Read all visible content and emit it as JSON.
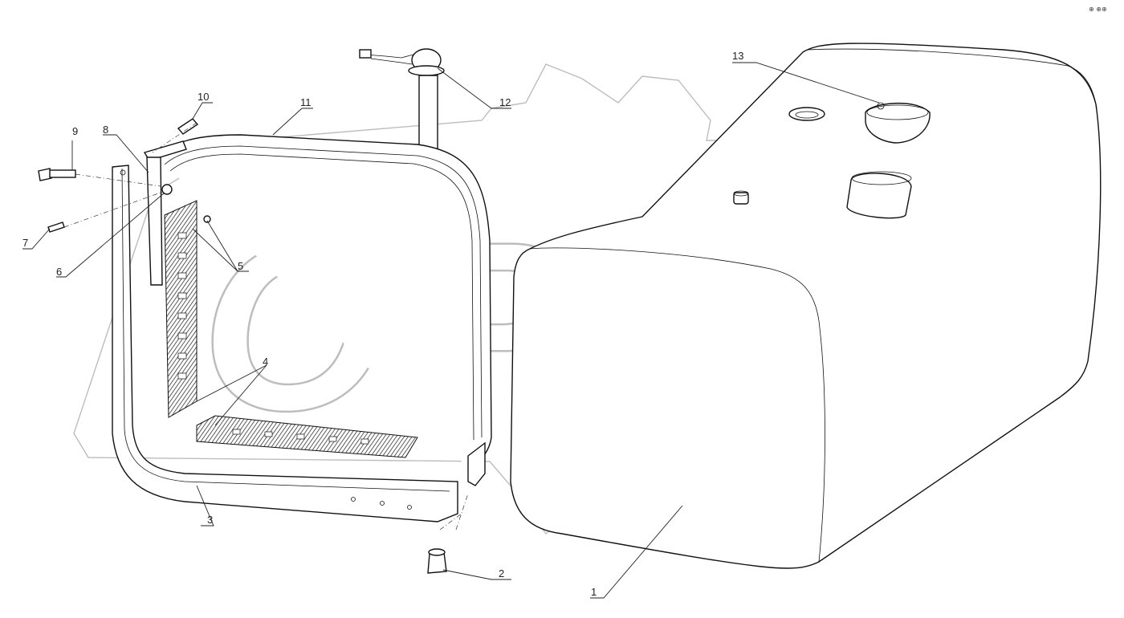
{
  "watermark": {
    "text": "OPEX",
    "color": "#bdbdbd"
  },
  "corner_mark": "⊕ ⊕⊕",
  "callouts": [
    {
      "id": "c1",
      "label": "1"
    },
    {
      "id": "c2",
      "label": "2"
    },
    {
      "id": "c3",
      "label": "3"
    },
    {
      "id": "c4",
      "label": "4"
    },
    {
      "id": "c5",
      "label": "5"
    },
    {
      "id": "c6",
      "label": "6"
    },
    {
      "id": "c7",
      "label": "7"
    },
    {
      "id": "c8",
      "label": "8"
    },
    {
      "id": "c9",
      "label": "9"
    },
    {
      "id": "c10",
      "label": "10"
    },
    {
      "id": "c11",
      "label": "11"
    },
    {
      "id": "c12",
      "label": "12"
    },
    {
      "id": "c13",
      "label": "13"
    }
  ]
}
